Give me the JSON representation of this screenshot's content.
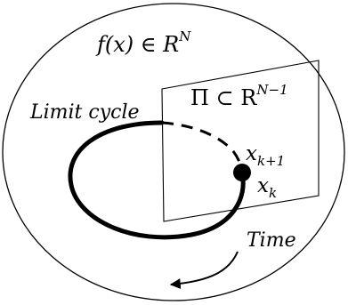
{
  "labels": {
    "space": "f(x) ∈ R",
    "space_sup": "N",
    "plane": "Π ⊂ R",
    "plane_sup": "N−1",
    "limit_cycle": "Limit cycle",
    "point_next": "x",
    "point_next_sub": "k+1",
    "point_current": "x",
    "point_current_sub": "k",
    "time": "Time"
  },
  "colors": {
    "ink": "#000000",
    "background": "#ffffff"
  }
}
